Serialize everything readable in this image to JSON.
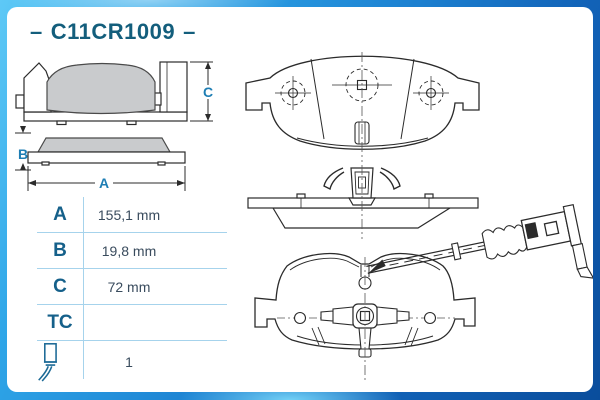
{
  "header": {
    "dash_left": "–",
    "part_number": "C11CR1009",
    "dash_right": "–"
  },
  "diagram_labels": {
    "width": "A",
    "thickness": "B",
    "height": "C"
  },
  "spec_table": {
    "rows": [
      {
        "label": "A",
        "value": "155,1 mm"
      },
      {
        "label": "B",
        "value": "19,8 mm"
      },
      {
        "label": "C",
        "value": "72 mm"
      },
      {
        "label": "TC",
        "value": ""
      },
      {
        "label": "",
        "value": "1",
        "icon": "wear-sensor-icon"
      }
    ]
  },
  "colors": {
    "frame_blue_light": "#5ec9f6",
    "frame_blue_dark": "#0a4d9c",
    "title_text": "#135e7c",
    "table_label": "#15608a",
    "dimension_label": "#1e7eb4",
    "value_text": "#394b5d",
    "divider": "#a6d3ec",
    "pad_fill": "#c9cbcd",
    "line": "#2b2b2b"
  }
}
